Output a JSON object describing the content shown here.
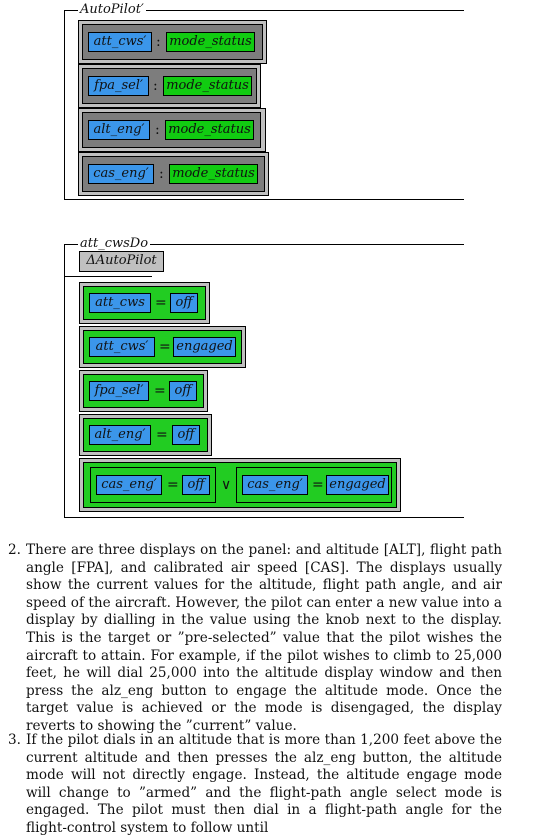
{
  "schema1": {
    "title": "AutoPilot′",
    "rows": [
      {
        "left": "att_cws′",
        "sep": ":",
        "right": "mode_status"
      },
      {
        "left": "fpa_sel′",
        "sep": ":",
        "right": "mode_status"
      },
      {
        "left": "alt_eng′",
        "sep": ":",
        "right": "mode_status"
      },
      {
        "left": "cas_eng′",
        "sep": ":",
        "right": "mode_status"
      }
    ]
  },
  "schema2": {
    "title": "att_cwsDo",
    "delta": "ΔAutoPilot",
    "rows": [
      {
        "left": "att_cws",
        "sep": "=",
        "right": "off"
      },
      {
        "left": "att_cws′",
        "sep": "=",
        "right": "engaged"
      },
      {
        "left": "fpa_sel′",
        "sep": "=",
        "right": "off"
      },
      {
        "left": "alt_eng′",
        "sep": "=",
        "right": "off"
      }
    ],
    "disjunction": {
      "a_left": "cas_eng′",
      "a_sep": "=",
      "a_right": "off",
      "or": "∨",
      "b_left": "cas_eng′",
      "b_sep": "=",
      "b_right": "engaged"
    }
  },
  "items": [
    {
      "number": "2.",
      "text": "There are three displays on the panel: and altitude [ALT], flight path angle [FPA], and calibrated air speed [CAS]. The displays usually show the current values for the altitude, flight path angle, and air speed of the aircraft. However, the pilot can enter a new value into a display by dialling in the value using the knob next to the display. This is the target or ”pre-selected” value that the pilot wishes the aircraft to attain. For example, if the pilot wishes to climb to 25,000 feet, he will dial 25,000 into the altitude display window and then press the alz_eng button to engage the altitude mode. Once the target value is achieved or the mode is disengaged, the display reverts to showing the ”current” value."
    },
    {
      "number": "3.",
      "text": "If the pilot dials in an altitude that is more than 1,200 feet above the current altitude and then presses the alz_eng button, the altitude mode will not directly engage. Instead, the altitude engage mode will change to ”armed” and the flight-path angle select mode is engaged. The pilot must then dial in a flight-path angle for the flight-control system to follow until"
    }
  ]
}
